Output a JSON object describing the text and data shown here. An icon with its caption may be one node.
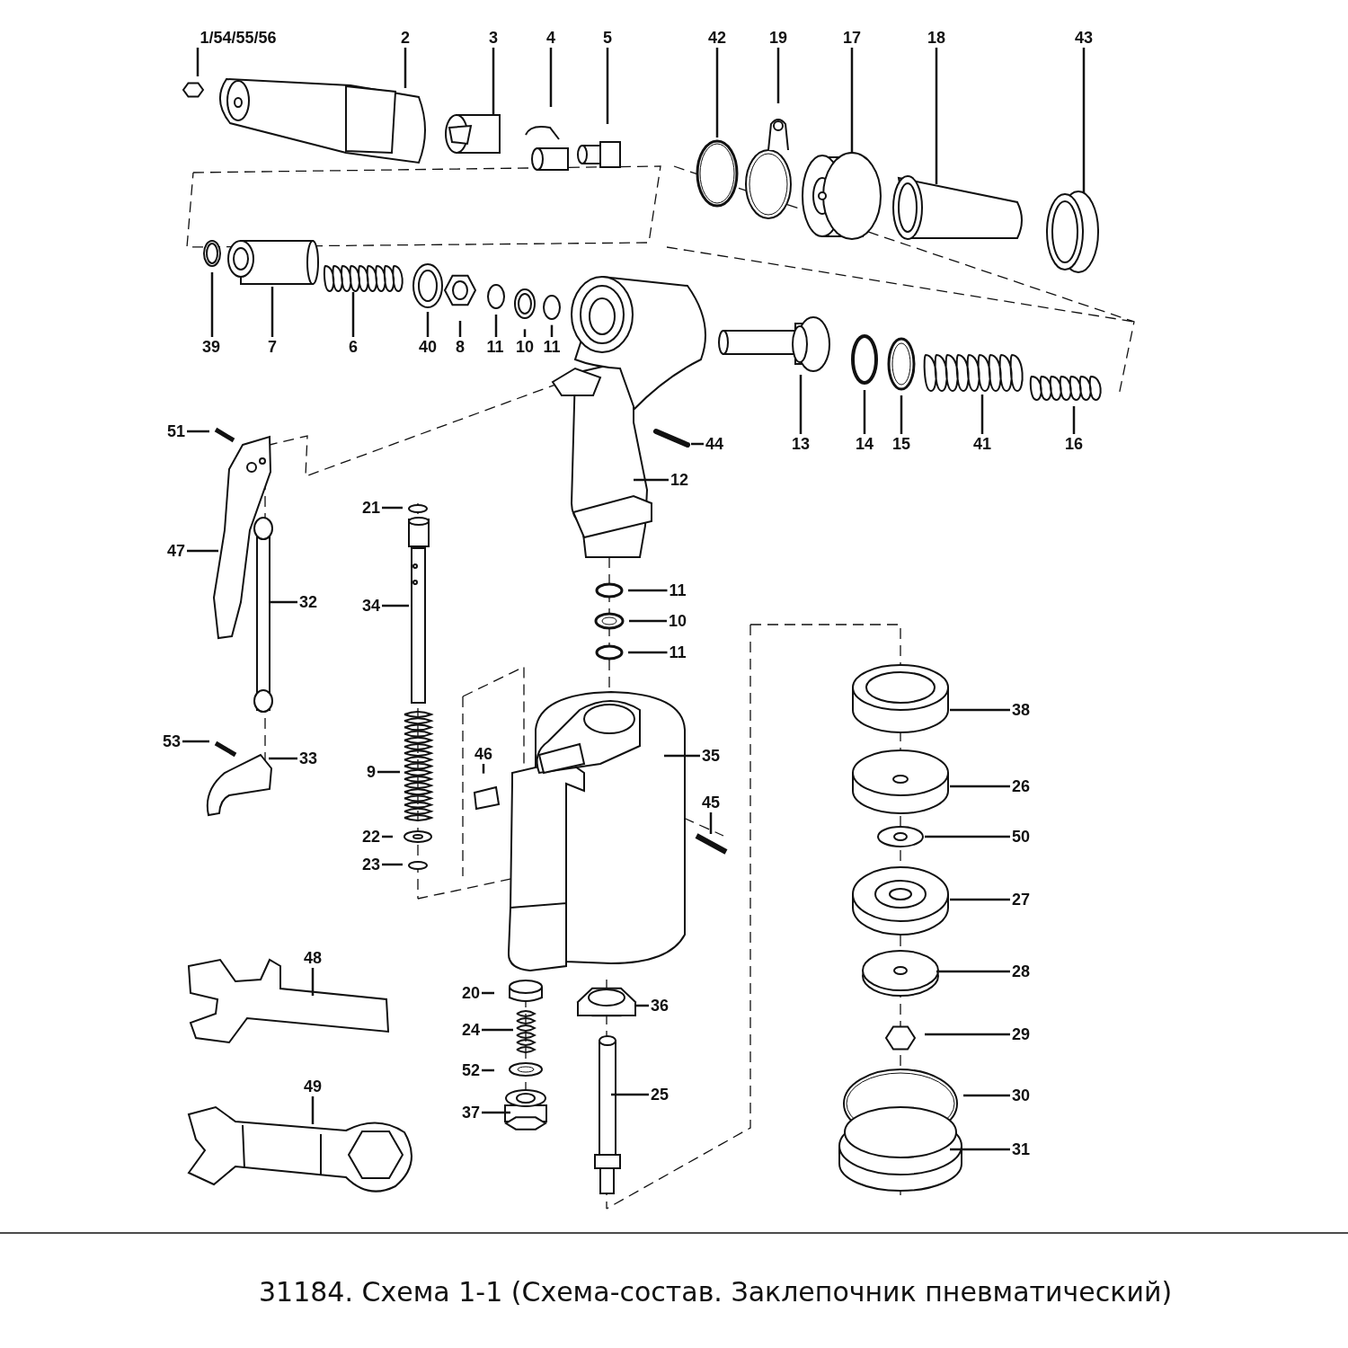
{
  "diagram": {
    "caption": "31184. Схема 1-1 (Схема-состав. Заклепочник пневматический)",
    "nodes": [
      {
        "text": [
          "1/54/55/56"
        ]
      },
      {
        "text": [
          "2"
        ]
      },
      {
        "text": [
          "3"
        ]
      },
      {
        "text": [
          "4"
        ]
      },
      {
        "text": [
          "5"
        ]
      },
      {
        "text": [
          "42"
        ]
      },
      {
        "text": [
          "19"
        ]
      },
      {
        "text": [
          "17"
        ]
      },
      {
        "text": [
          "18"
        ]
      },
      {
        "text": [
          "43"
        ]
      },
      {
        "text": [
          "39"
        ]
      },
      {
        "text": [
          "7"
        ]
      },
      {
        "text": [
          "6"
        ]
      },
      {
        "text": [
          "40"
        ]
      },
      {
        "text": [
          "8"
        ]
      },
      {
        "text": [
          "11"
        ]
      },
      {
        "text": [
          "10"
        ]
      },
      {
        "text": [
          "11"
        ]
      },
      {
        "text": [
          "44"
        ]
      },
      {
        "text": [
          "13"
        ]
      },
      {
        "text": [
          "14"
        ]
      },
      {
        "text": [
          "15"
        ]
      },
      {
        "text": [
          "41"
        ]
      },
      {
        "text": [
          "16"
        ]
      },
      {
        "text": [
          "51"
        ]
      },
      {
        "text": [
          "12"
        ]
      },
      {
        "text": [
          "47"
        ]
      },
      {
        "text": [
          "21"
        ]
      },
      {
        "text": [
          "11"
        ]
      },
      {
        "text": [
          "32"
        ]
      },
      {
        "text": [
          "34"
        ]
      },
      {
        "text": [
          "10"
        ]
      },
      {
        "text": [
          "11"
        ]
      },
      {
        "text": [
          "38"
        ]
      },
      {
        "text": [
          "53"
        ]
      },
      {
        "text": [
          "46"
        ]
      },
      {
        "text": [
          "35"
        ]
      },
      {
        "text": [
          "33"
        ]
      },
      {
        "text": [
          "9"
        ]
      },
      {
        "text": [
          "26"
        ]
      },
      {
        "text": [
          "45"
        ]
      },
      {
        "text": [
          "50"
        ]
      },
      {
        "text": [
          "22"
        ]
      },
      {
        "text": [
          "23"
        ]
      },
      {
        "text": [
          "27"
        ]
      },
      {
        "text": [
          "48"
        ]
      },
      {
        "text": [
          "28"
        ]
      },
      {
        "text": [
          "20"
        ]
      },
      {
        "text": [
          "36"
        ]
      },
      {
        "text": [
          "24"
        ]
      },
      {
        "text": [
          "29"
        ]
      },
      {
        "text": [
          "52"
        ]
      },
      {
        "text": [
          "49"
        ]
      },
      {
        "text": [
          "25"
        ]
      },
      {
        "text": [
          "30"
        ]
      },
      {
        "text": [
          "37"
        ]
      },
      {
        "text": [
          "31"
        ]
      }
    ],
    "edges": [
      {
        "from": 0,
        "to": null,
        "arrow": "none"
      },
      {
        "from": 1,
        "to": null,
        "arrow": "none"
      },
      {
        "from": 2,
        "to": null,
        "arrow": "none"
      },
      {
        "from": 3,
        "to": null,
        "arrow": "none"
      },
      {
        "from": 4,
        "to": null,
        "arrow": "none"
      },
      {
        "from": 5,
        "to": null,
        "arrow": "none"
      },
      {
        "from": 6,
        "to": null,
        "arrow": "none"
      },
      {
        "from": 7,
        "to": null,
        "arrow": "none"
      },
      {
        "from": 8,
        "to": null,
        "arrow": "none"
      },
      {
        "from": 9,
        "to": null,
        "arrow": "none"
      },
      {
        "from": 10,
        "to": null,
        "arrow": "none"
      },
      {
        "from": 11,
        "to": null,
        "arrow": "none"
      },
      {
        "from": 12,
        "to": null,
        "arrow": "none"
      },
      {
        "from": 13,
        "to": null,
        "arrow": "none"
      },
      {
        "from": 14,
        "to": null,
        "arrow": "none"
      },
      {
        "from": 15,
        "to": null,
        "arrow": "none"
      },
      {
        "from": 16,
        "to": null,
        "arrow": "none"
      },
      {
        "from": 17,
        "to": null,
        "arrow": "none"
      },
      {
        "from": 18,
        "to": null,
        "arrow": "none"
      },
      {
        "from": 19,
        "to": null,
        "arrow": "none"
      },
      {
        "from": 20,
        "to": null,
        "arrow": "none"
      },
      {
        "from": 21,
        "to": null,
        "arrow": "none"
      },
      {
        "from": 22,
        "to": null,
        "arrow": "none"
      },
      {
        "from": 23,
        "to": null,
        "arrow": "none"
      },
      {
        "from": 24,
        "to": null,
        "arrow": "none"
      },
      {
        "from": 25,
        "to": null,
        "arrow": "none"
      },
      {
        "from": 26,
        "to": null,
        "arrow": "none"
      },
      {
        "from": 27,
        "to": null,
        "arrow": "none"
      },
      {
        "from": 28,
        "to": null,
        "arrow": "none"
      },
      {
        "from": 29,
        "to": null,
        "arrow": "none"
      },
      {
        "from": 30,
        "to": null,
        "arrow": "none"
      },
      {
        "from": 31,
        "to": null,
        "arrow": "none"
      },
      {
        "from": 32,
        "to": null,
        "arrow": "none"
      },
      {
        "from": 33,
        "to": null,
        "arrow": "none"
      },
      {
        "from": 34,
        "to": null,
        "arrow": "none"
      },
      {
        "from": 35,
        "to": null,
        "arrow": "none"
      },
      {
        "from": 36,
        "to": null,
        "arrow": "none"
      },
      {
        "from": 37,
        "to": null,
        "arrow": "none"
      },
      {
        "from": 38,
        "to": null,
        "arrow": "none"
      },
      {
        "from": 39,
        "to": null,
        "arrow": "none"
      },
      {
        "from": 40,
        "to": null,
        "arrow": "none"
      },
      {
        "from": 41,
        "to": null,
        "arrow": "none"
      },
      {
        "from": 42,
        "to": null,
        "arrow": "none"
      },
      {
        "from": 43,
        "to": null,
        "arrow": "none"
      },
      {
        "from": 44,
        "to": null,
        "arrow": "none"
      },
      {
        "from": 45,
        "to": null,
        "arrow": "none"
      },
      {
        "from": 46,
        "to": null,
        "arrow": "none"
      },
      {
        "from": 47,
        "to": null,
        "arrow": "none"
      },
      {
        "from": 48,
        "to": null,
        "arrow": "none"
      },
      {
        "from": 49,
        "to": null,
        "arrow": "none"
      },
      {
        "from": 50,
        "to": null,
        "arrow": "none"
      },
      {
        "from": 51,
        "to": null,
        "arrow": "none"
      },
      {
        "from": 52,
        "to": null,
        "arrow": "none"
      },
      {
        "from": 53,
        "to": null,
        "arrow": "none"
      },
      {
        "from": 54,
        "to": null,
        "arrow": "none"
      },
      {
        "from": 55,
        "to": null,
        "arrow": "none"
      },
      {
        "from": 56,
        "to": null,
        "arrow": "none"
      }
    ]
  }
}
